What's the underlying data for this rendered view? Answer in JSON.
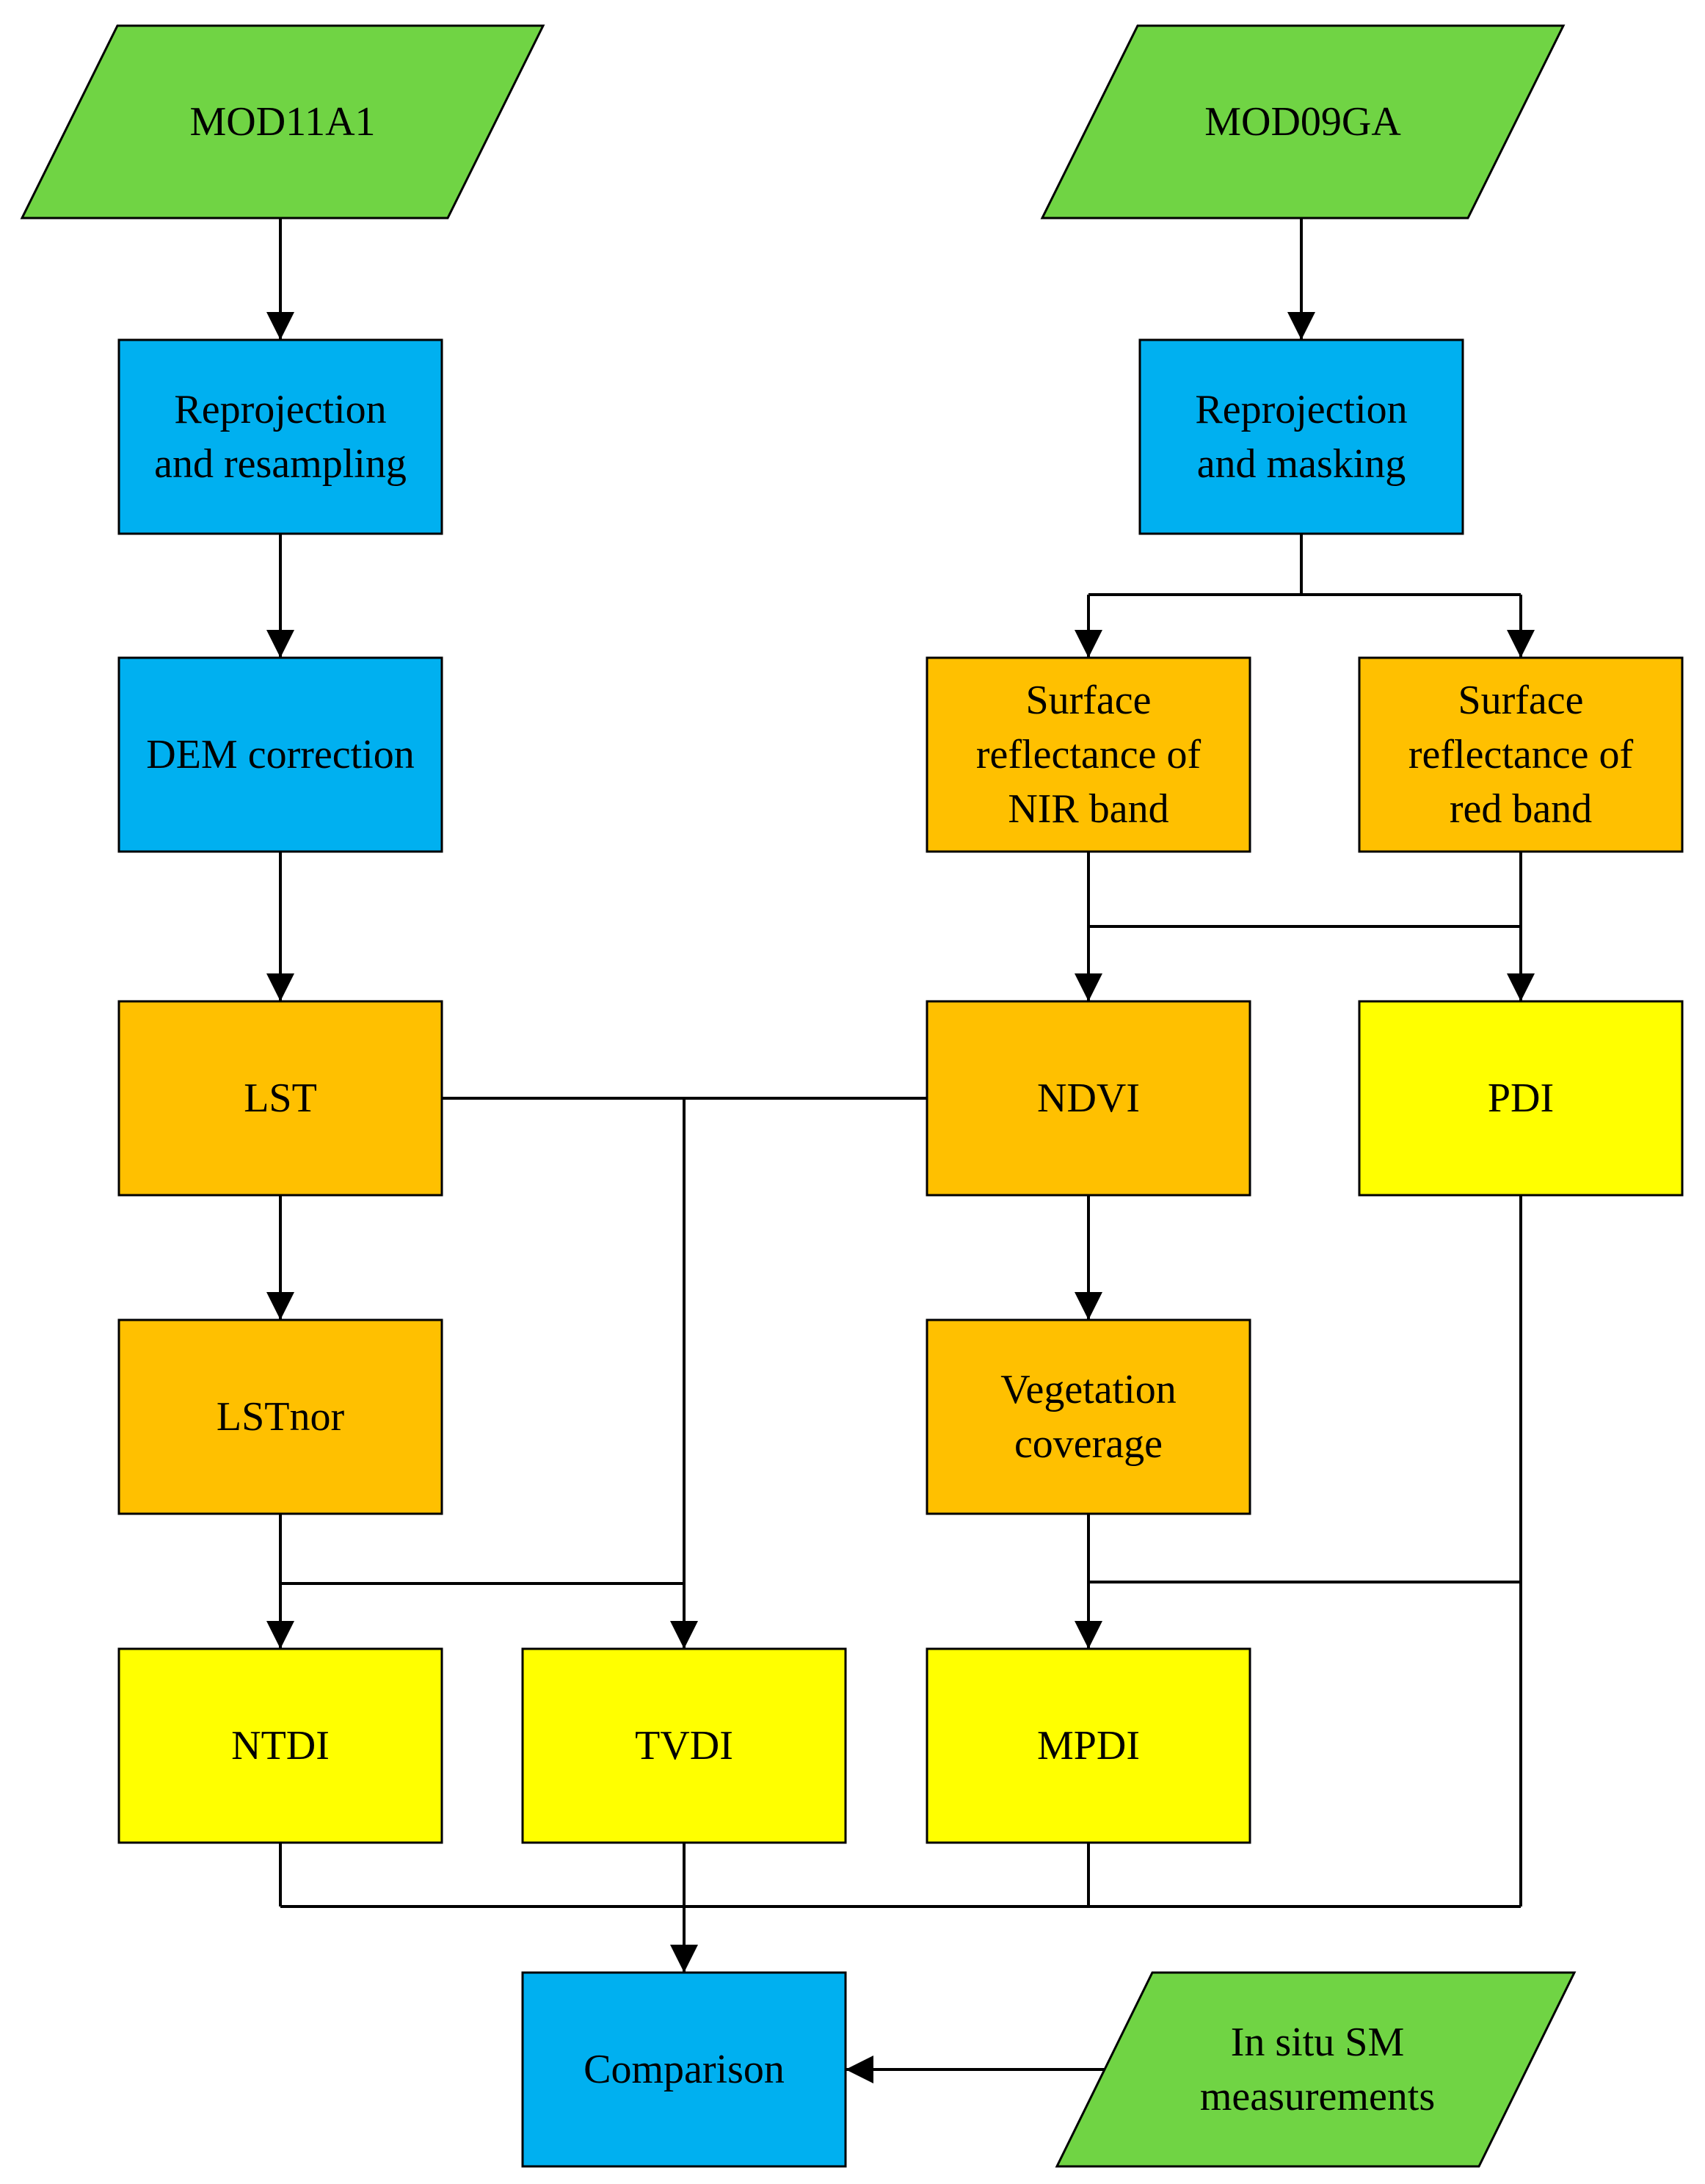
{
  "colors": {
    "input": "#70D444",
    "process": "#00B0F0",
    "intermediate": "#FFC000",
    "index": "#FFFF00",
    "stroke": "#000000"
  },
  "nodes": {
    "mod11a1": {
      "label": "MOD11A1",
      "kind": "input"
    },
    "mod09ga": {
      "label": "MOD09GA",
      "kind": "input"
    },
    "reproj_resample": {
      "label": "Reprojection\nand resampling",
      "kind": "process"
    },
    "reproj_mask": {
      "label": "Reprojection\nand masking",
      "kind": "process"
    },
    "dem": {
      "label": "DEM correction",
      "kind": "process"
    },
    "nir": {
      "label": "Surface\nreflectance of\nNIR band",
      "kind": "intermediate"
    },
    "red": {
      "label": "Surface\nreflectance of\nred band",
      "kind": "intermediate"
    },
    "lst": {
      "label": "LST",
      "kind": "intermediate"
    },
    "ndvi": {
      "label": "NDVI",
      "kind": "intermediate"
    },
    "pdi": {
      "label": "PDI",
      "kind": "index"
    },
    "lstnor": {
      "label": "LSTnor",
      "kind": "intermediate"
    },
    "vegcov": {
      "label": "Vegetation\ncoverage",
      "kind": "intermediate"
    },
    "ntdi": {
      "label": "NTDI",
      "kind": "index"
    },
    "tvdi": {
      "label": "TVDI",
      "kind": "index"
    },
    "mpdi": {
      "label": "MPDI",
      "kind": "index"
    },
    "comparison": {
      "label": "Comparison",
      "kind": "process"
    },
    "insitu": {
      "label": "In situ SM\nmeasurements",
      "kind": "input"
    }
  },
  "edges": [
    [
      "mod11a1",
      "reproj_resample"
    ],
    [
      "reproj_resample",
      "dem"
    ],
    [
      "dem",
      "lst"
    ],
    [
      "lst",
      "lstnor"
    ],
    [
      "lstnor",
      "ntdi"
    ],
    [
      "lst",
      "tvdi"
    ],
    [
      "ndvi",
      "tvdi"
    ],
    [
      "mod09ga",
      "reproj_mask"
    ],
    [
      "reproj_mask",
      "nir"
    ],
    [
      "reproj_mask",
      "red"
    ],
    [
      "nir",
      "ndvi"
    ],
    [
      "red",
      "ndvi"
    ],
    [
      "nir",
      "pdi"
    ],
    [
      "red",
      "pdi"
    ],
    [
      "ndvi",
      "vegcov"
    ],
    [
      "vegcov",
      "mpdi"
    ],
    [
      "pdi",
      "mpdi"
    ],
    [
      "ntdi",
      "comparison"
    ],
    [
      "tvdi",
      "comparison"
    ],
    [
      "mpdi",
      "comparison"
    ],
    [
      "pdi",
      "comparison"
    ],
    [
      "insitu",
      "comparison"
    ]
  ]
}
